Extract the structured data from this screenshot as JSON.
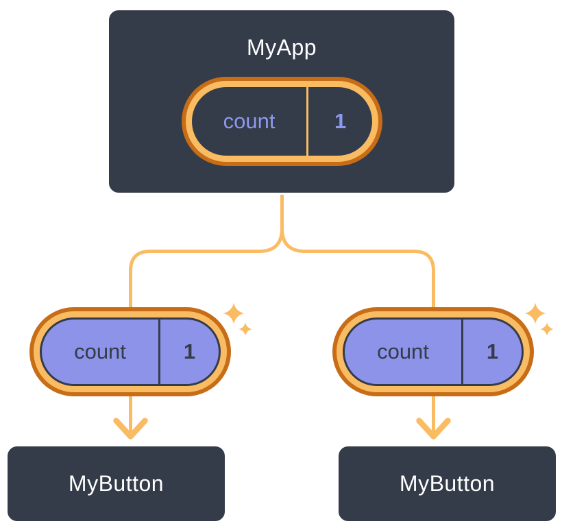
{
  "colors": {
    "background": "#FFFFFF",
    "node_fill": "#343B49",
    "node_border": "#FFFFFF",
    "node_text": "#FFFFFF",
    "accent_light": "#FABC63",
    "accent_dark": "#C76D17",
    "state_fill": "#8D93E8",
    "state_text": "#8D99F0",
    "prop_text": "#343B49"
  },
  "root_node": {
    "title": "MyApp",
    "state_pill": {
      "label": "count",
      "value": "1"
    }
  },
  "passed_props": [
    {
      "label": "count",
      "value": "1"
    },
    {
      "label": "count",
      "value": "1"
    }
  ],
  "child_nodes": [
    {
      "title": "MyButton"
    },
    {
      "title": "MyButton"
    }
  ]
}
